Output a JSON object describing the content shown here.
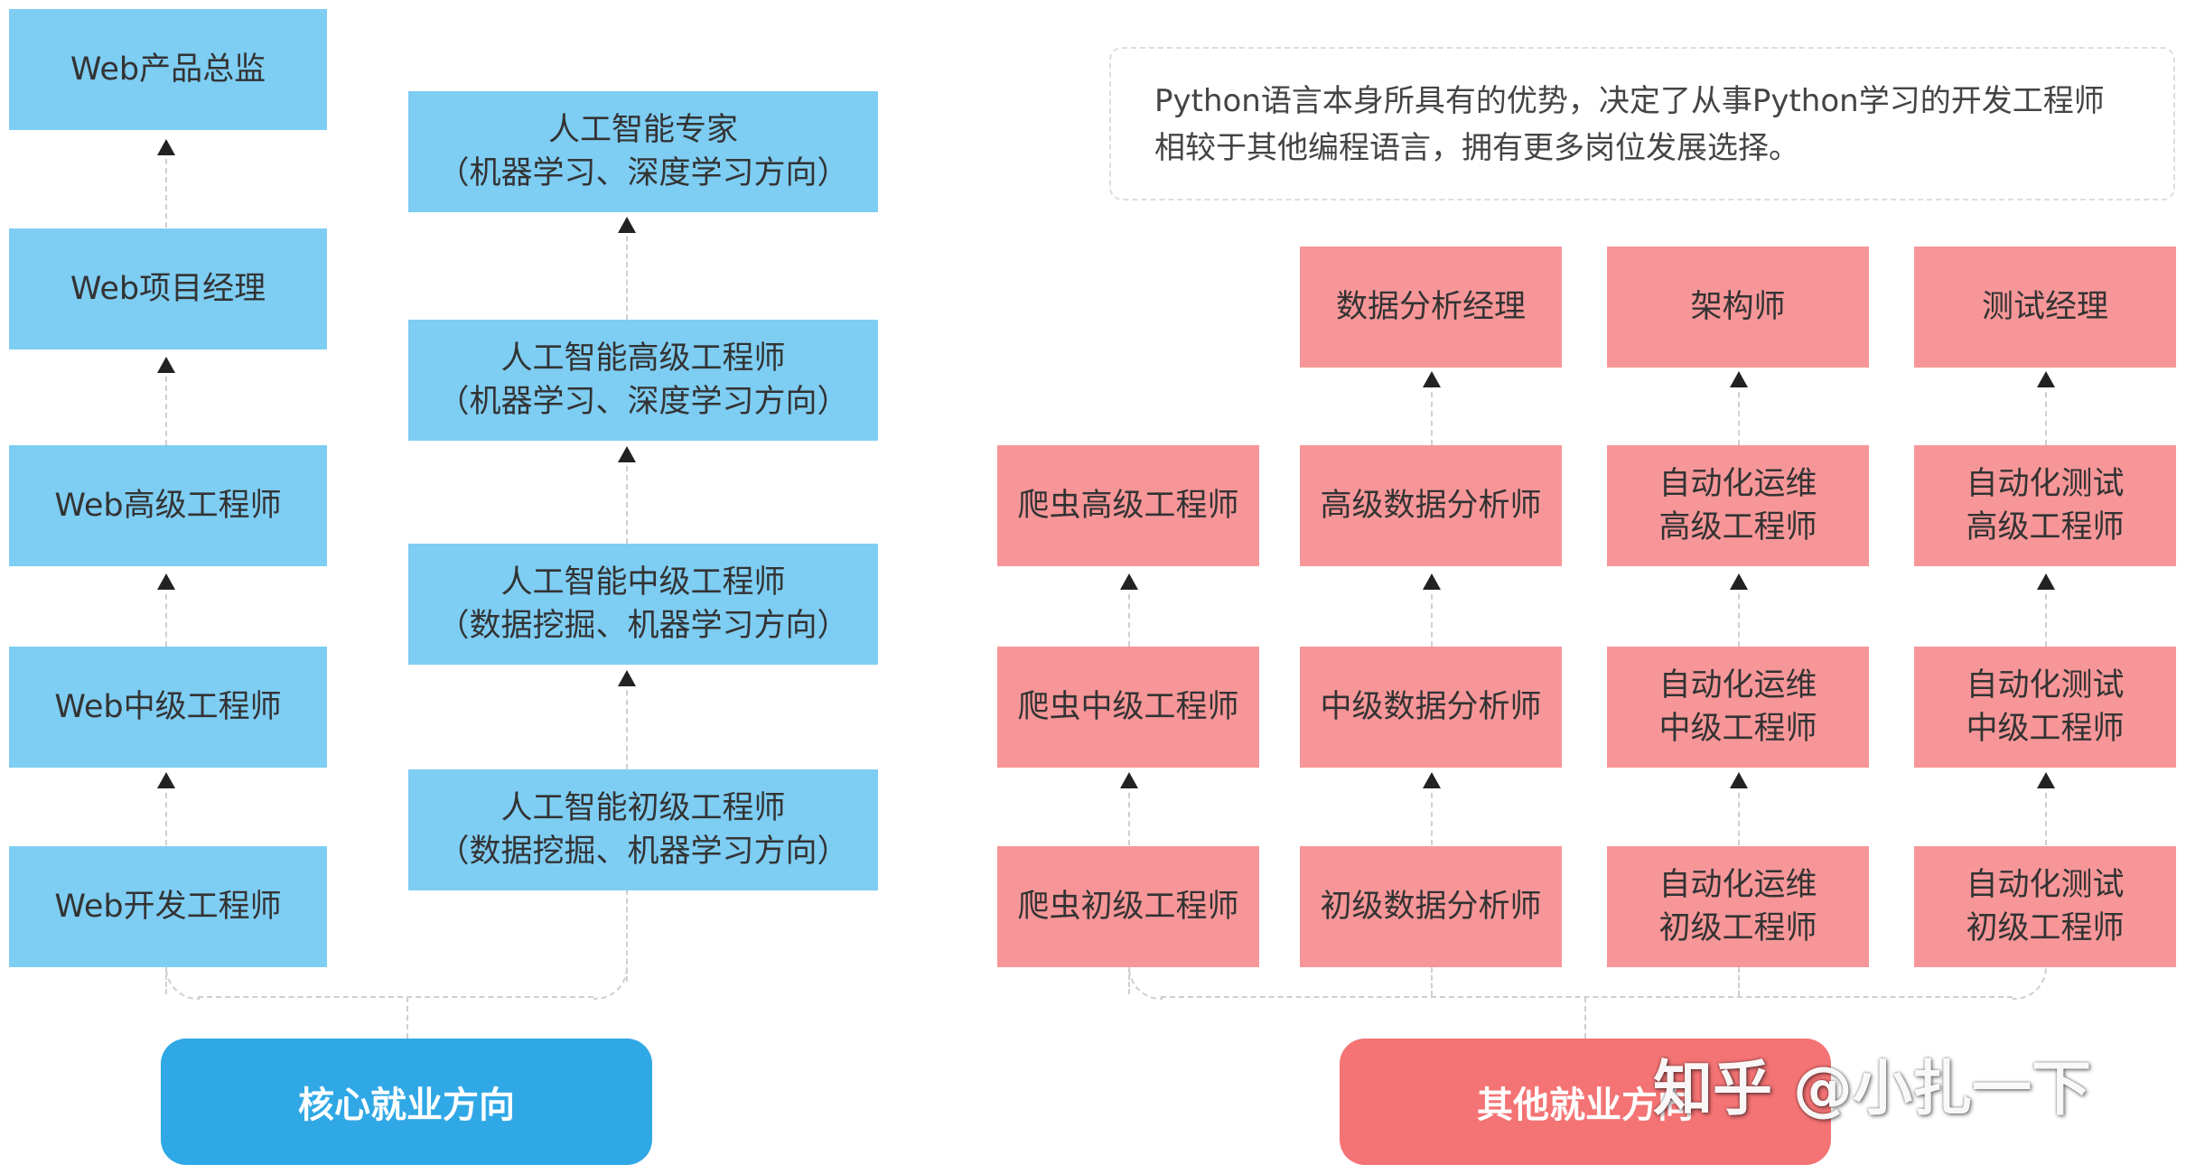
{
  "web_column": [
    {
      "label": "Web产品总监"
    },
    {
      "label": "Web项目经理"
    },
    {
      "label": "Web高级工程师"
    },
    {
      "label": "Web中级工程师"
    },
    {
      "label": "Web开发工程师"
    }
  ],
  "ai_column": [
    {
      "line1": "人工智能专家",
      "line2": "（机器学习、深度学习方向）"
    },
    {
      "line1": "人工智能高级工程师",
      "line2": "（机器学习、深度学习方向）"
    },
    {
      "line1": "人工智能中级工程师",
      "line2": "（数据挖掘、机器学习方向）"
    },
    {
      "line1": "人工智能初级工程师",
      "line2": "（数据挖掘、机器学习方向）"
    }
  ],
  "core_label": "核心就业方向",
  "description": "Python语言本身所具有的优势，决定了从事Python学习的开发工程师相较于其他编程语言，拥有更多岗位发展选择。",
  "other_label": "其他就业方向",
  "crawler_column": [
    {
      "label": "爬虫高级工程师"
    },
    {
      "label": "爬虫中级工程师"
    },
    {
      "label": "爬虫初级工程师"
    }
  ],
  "data_column": [
    {
      "label": "数据分析经理"
    },
    {
      "label": "高级数据分析师"
    },
    {
      "label": "中级数据分析师"
    },
    {
      "label": "初级数据分析师"
    }
  ],
  "ops_column": [
    {
      "line1": "架构师",
      "line2": ""
    },
    {
      "line1": "自动化运维",
      "line2": "高级工程师"
    },
    {
      "line1": "自动化运维",
      "line2": "中级工程师"
    },
    {
      "line1": "自动化运维",
      "line2": "初级工程师"
    }
  ],
  "test_column": [
    {
      "line1": "测试经理",
      "line2": ""
    },
    {
      "line1": "自动化测试",
      "line2": "高级工程师"
    },
    {
      "line1": "自动化测试",
      "line2": "中级工程师"
    },
    {
      "line1": "自动化测试",
      "line2": "初级工程师"
    }
  ],
  "watermark": "知乎 @小扎一下",
  "colors": {
    "blue_box": "#7ecdf3",
    "red_box": "#f79698",
    "core_pill": "#30a8e5",
    "other_pill": "#f47374"
  }
}
